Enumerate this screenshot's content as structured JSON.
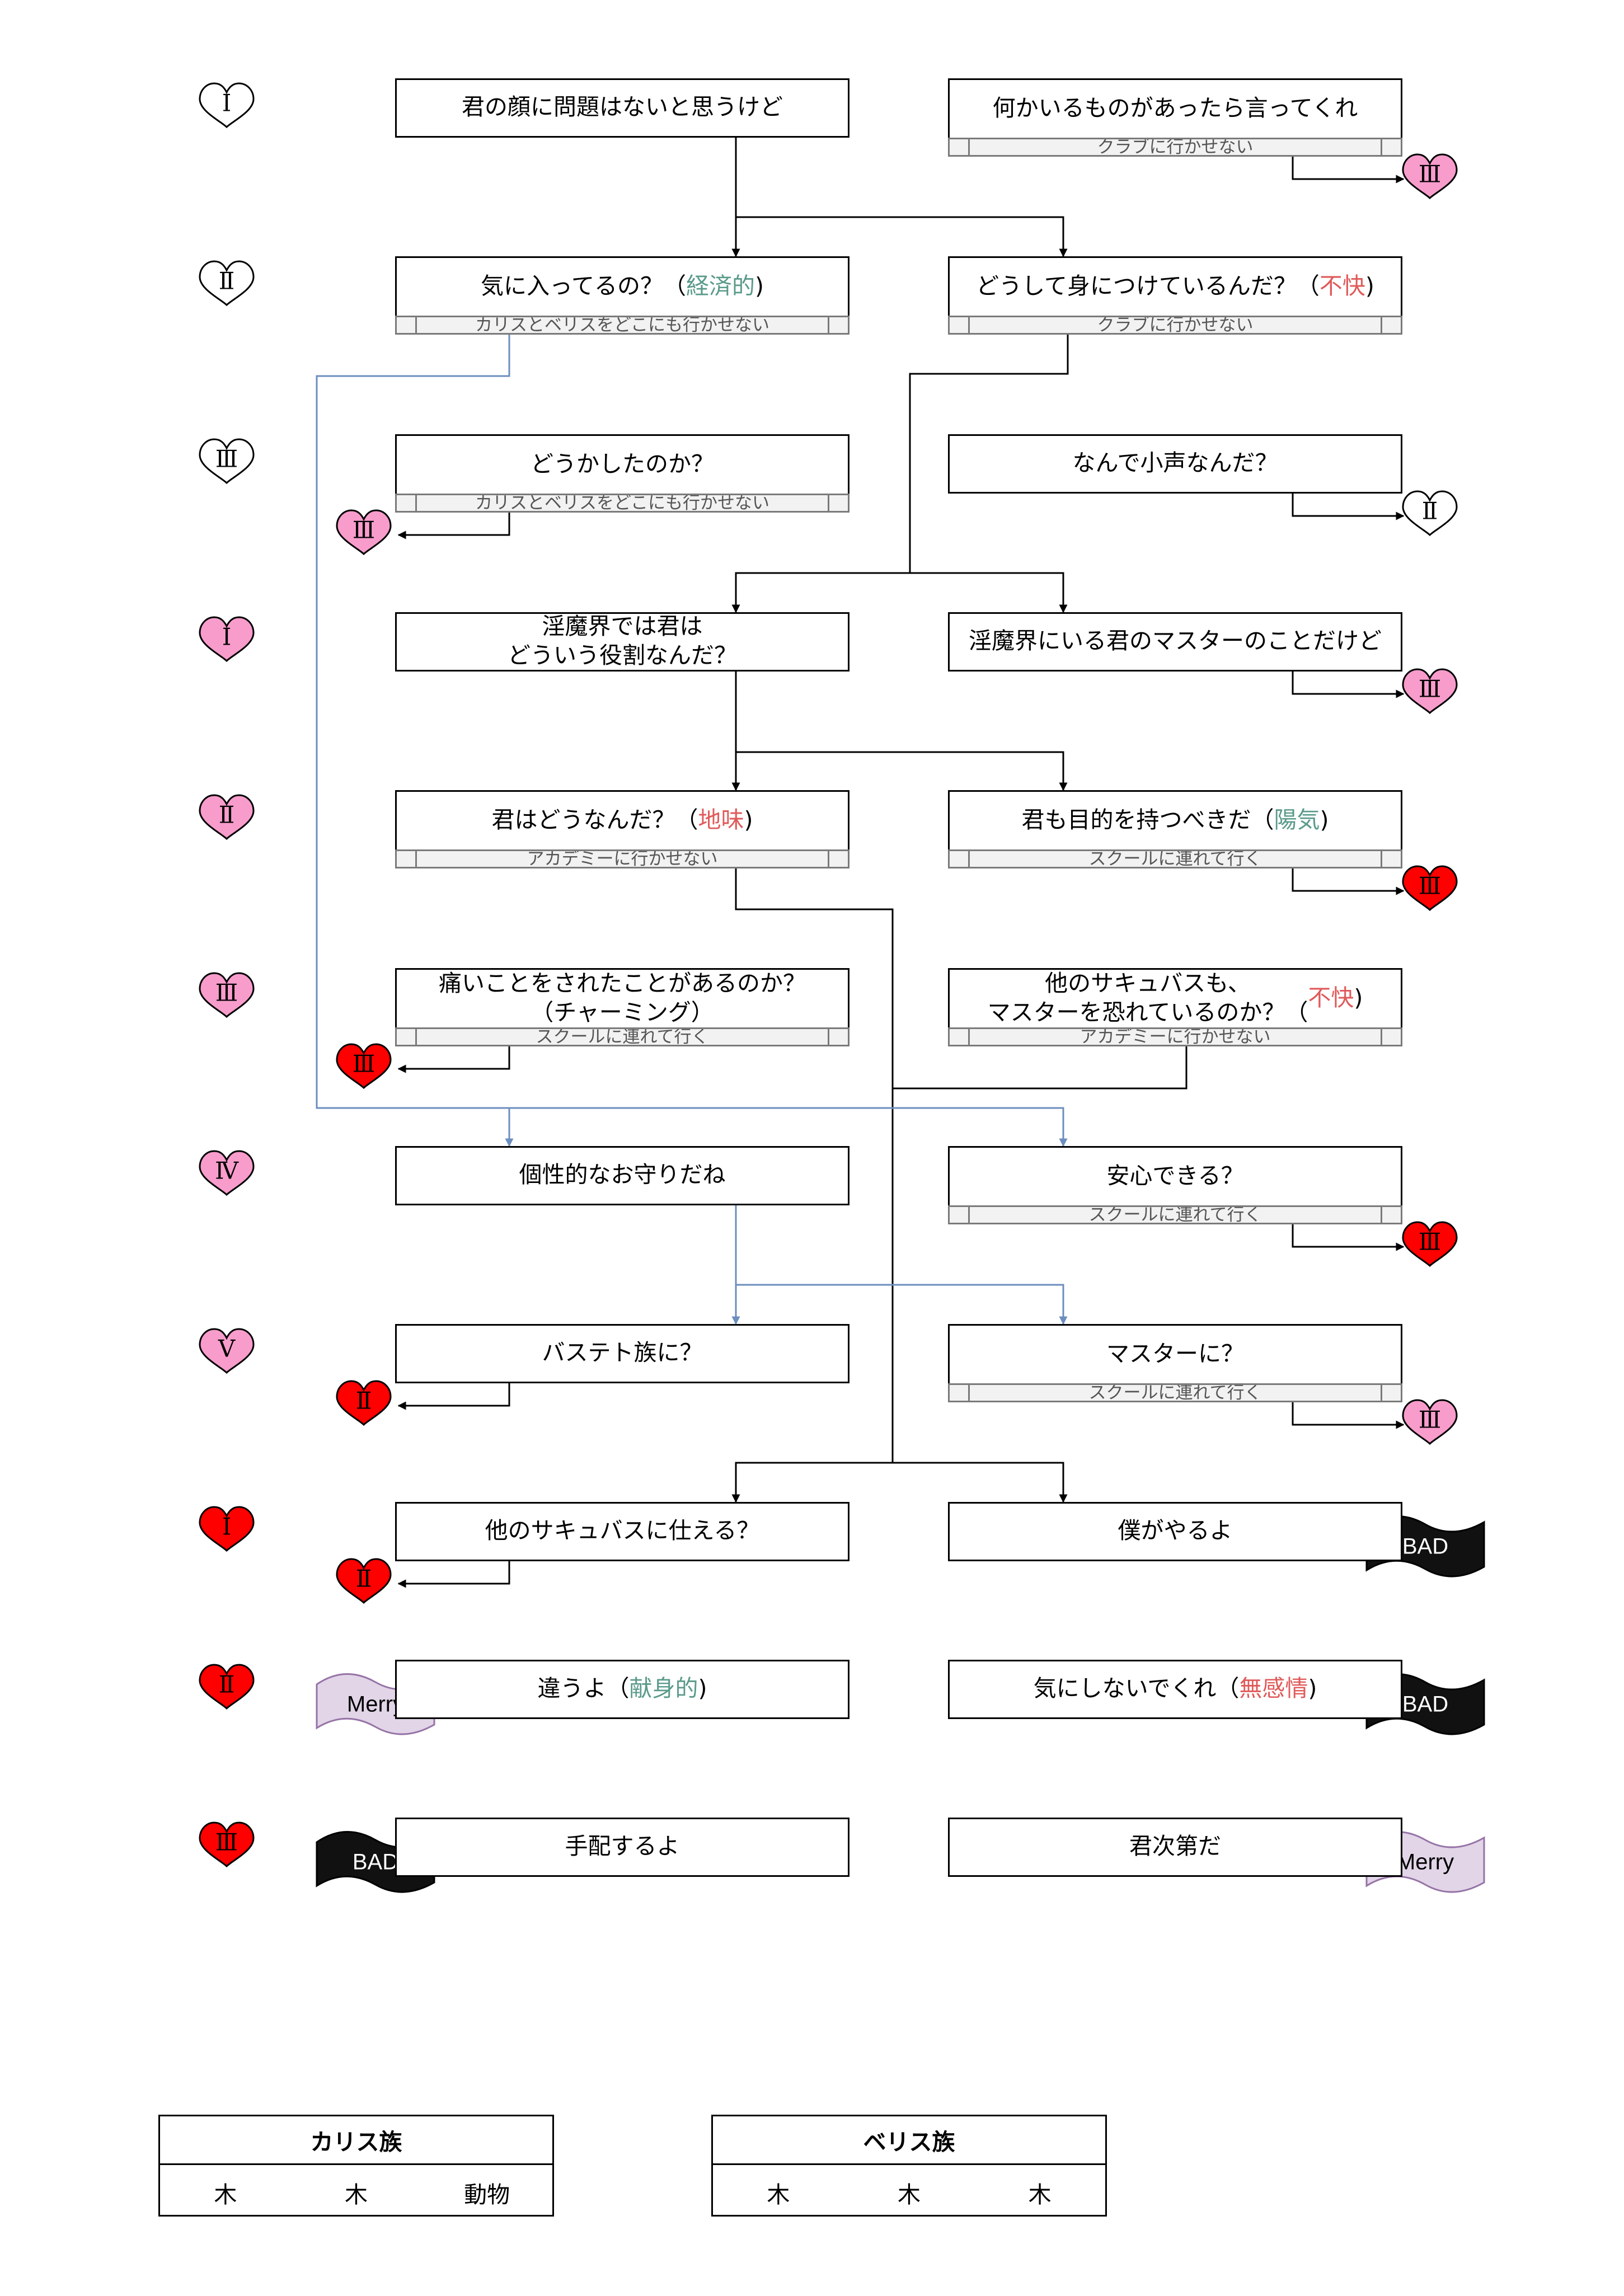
{
  "colors": {
    "accent_text": "#5a9a8a",
    "warn_text": "#e05a5a",
    "heart_pink": "#f89ccc",
    "heart_red": "#ff0000",
    "merry_fill": "#e1d5e7",
    "bad_fill": "#111111",
    "blue_connector": "#6c8ebf"
  },
  "rows": [
    {
      "heart": "Ⅰ",
      "left": {
        "text": "君の顔に問題はないと思うけど",
        "segs": []
      },
      "right": {
        "text": "何かいるものがあったら言ってくれ",
        "segs": [],
        "sub": "クラブに行かせない"
      },
      "right_result": "Ⅲ"
    },
    {
      "heart": "Ⅱ",
      "left": {
        "text": "気に入ってるの？（",
        "segs": [
          "経済的",
          ")"
        ],
        "sub": "カリスとベリスをどこにも行かせない"
      },
      "right": {
        "text": "どうして身につけているんだ？（",
        "segs": [
          "不快",
          ")"
        ],
        "sub": "クラブに行かせない"
      }
    },
    {
      "heart": "Ⅲ",
      "left": {
        "text": "どうかしたのか？",
        "segs": [],
        "sub": "カリスとベリスをどこにも行かせない"
      },
      "left_result": "Ⅲ",
      "right": {
        "text": "なんで小声なんだ？",
        "segs": []
      },
      "right_result": "Ⅱ"
    },
    {
      "heart": "Ⅰ",
      "left": {
        "text": "淫魔界では君は\nどういう役割なんだ？",
        "segs": []
      },
      "right": {
        "text": "淫魔界にいる君のマスターのことだけど",
        "segs": []
      },
      "right_result": "Ⅲ"
    },
    {
      "heart": "Ⅱ",
      "left": {
        "text": "君はどうなんだ？（",
        "segs": [
          "地味",
          ")"
        ],
        "sub": "アカデミーに行かせない"
      },
      "right": {
        "text": "君も目的を持つべきだ（",
        "segs": [
          "陽気",
          ")"
        ],
        "sub": "スクールに連れて行く"
      },
      "right_result": "Ⅲ"
    },
    {
      "heart": "Ⅲ",
      "left": {
        "text": "痛いことをされたことがあるのか？\n（チャーミング）",
        "segs": [],
        "sub": "スクールに連れて行く"
      },
      "left_result": "Ⅲ",
      "right": {
        "text": "他のサキュバスも、\nマスターを恐れているのか？（",
        "segs": [
          "不快",
          ")"
        ],
        "sub": "アカデミーに行かせない"
      }
    },
    {
      "heart": "Ⅳ",
      "left": {
        "text": "個性的なお守りだね",
        "segs": []
      },
      "right": {
        "text": "安心できる？",
        "segs": [],
        "sub": "スクールに連れて行く"
      },
      "right_result": "Ⅲ"
    },
    {
      "heart": "Ⅴ",
      "left": {
        "text": "バステト族に？",
        "segs": []
      },
      "left_result": "Ⅱ",
      "right": {
        "text": "マスターに？",
        "segs": [],
        "sub": "スクールに連れて行く"
      },
      "right_result": "Ⅲ"
    },
    {
      "heart": "Ⅰ",
      "left": {
        "text": "他のサキュバスに仕える？",
        "segs": []
      },
      "left_result": "Ⅱ",
      "right": {
        "text": "僕がやるよ",
        "segs": []
      },
      "right_tag": "BAD"
    },
    {
      "heart": "Ⅱ",
      "left": {
        "text": "違うよ（",
        "segs": [
          "献身的",
          ")"
        ]
      },
      "left_tag": "Merry",
      "right": {
        "text": "気にしないでくれ（",
        "segs": [
          "無感情",
          ")"
        ]
      },
      "right_tag": "BAD"
    },
    {
      "heart": "Ⅲ",
      "left": {
        "text": "手配するよ",
        "segs": []
      },
      "left_tag": "BAD",
      "right": {
        "text": "君次第だ",
        "segs": []
      },
      "right_tag": "Merry"
    }
  ],
  "tables": [
    {
      "title": "カリス族",
      "cells": [
        "木",
        "木",
        "動物"
      ]
    },
    {
      "title": "ベリス族",
      "cells": [
        "木",
        "木",
        "木"
      ]
    }
  ]
}
